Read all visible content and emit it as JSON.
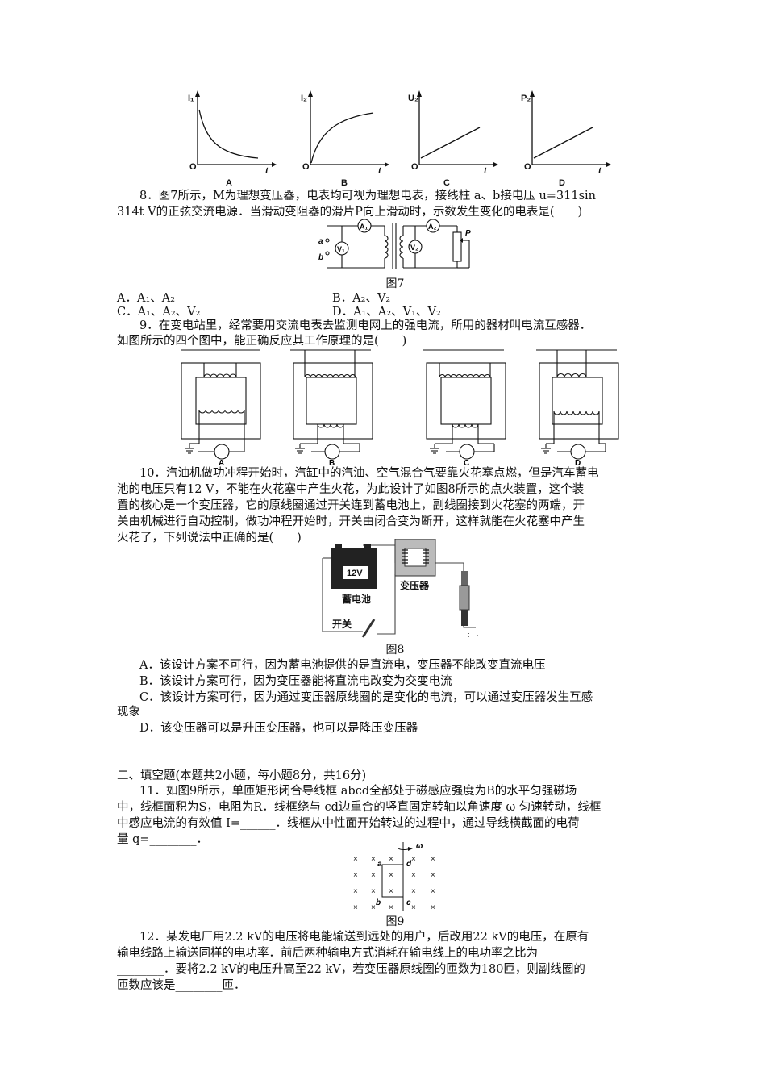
{
  "graphs": {
    "A": {
      "ylabel": "I₁",
      "origin": "O",
      "xlabel": "t",
      "letter": "A"
    },
    "B": {
      "ylabel": "I₂",
      "origin": "O",
      "xlabel": "t",
      "letter": "B"
    },
    "C": {
      "ylabel": "U₂",
      "origin": "O",
      "xlabel": "t",
      "letter": "C"
    },
    "D": {
      "ylabel": "P₂",
      "origin": "O",
      "xlabel": "t",
      "letter": "D"
    }
  },
  "q8": {
    "line1": "8．图7所示，M为理想变压器，电表均可视为理想电表，接线柱 a、b接电压 u=311sin",
    "line2": "314t V的正弦交流电源．当滑动变阻器的滑片P向上滑动时，示数发生变化的电表是(　　)",
    "fig_caption": "图7",
    "fig_labels": {
      "a": "a",
      "b": "b",
      "A1": "A₁",
      "A2": "A₂",
      "V1": "V₁",
      "V2": "V₂",
      "P": "P"
    },
    "optA": "A．A₁、A₂",
    "optB": "B．A₂、V₂",
    "optC": "C．A₁、A₂、V₂",
    "optD": "D．A₁、A₂、V₁、V₂"
  },
  "q9": {
    "line1": "9．在变电站里，经常要用交流电表去监测电网上的强电流，所用的器材叫电流互感器．",
    "line2": "如图所示的四个图中，能正确反应其工作原理的是(　　)",
    "letters": [
      "A",
      "B",
      "C",
      "D"
    ]
  },
  "q10": {
    "line1": "10．汽油机做功冲程开始时，汽缸中的汽油、空气混合气要靠火花塞点燃，但是汽车蓄电",
    "line2": "池的电压只有12 V，不能在火花塞中产生火花，为此设计了如图8所示的点火装置，这个装",
    "line3": "置的核心是一个变压器，它的原线圈通过开关连到蓄电池上，副线圈接到火花塞的两端，开",
    "line4": "关由机械进行自动控制，做功冲程开始时，开关由闭合变为断开，这样就能在火花塞中产生",
    "line5": "火花了，下列说法中正确的是(　　)",
    "fig_caption": "图8",
    "fig_labels": {
      "battery_voltage": "12V",
      "battery": "蓄电池",
      "transformer": "变压器",
      "switch": "开关"
    },
    "optA": "A．该设计方案不可行，因为蓄电池提供的是直流电，变压器不能改变直流电压",
    "optB": "B．该设计方案可行，因为变压器能将直流电改变为交变电流",
    "optC1": "C．该设计方案可行，因为通过变压器原线圈的是变化的电流，可以通过变压器发生互感",
    "optC2": "现象",
    "optD": "D．该变压器可以是升压变压器，也可以是降压变压器"
  },
  "section2": {
    "heading": "二、填空题(本题共2小题，每小题8分，共16分)"
  },
  "q11": {
    "line1": "11．如图9所示，单匝矩形闭合导线框 abcd全部处于磁感应强度为B的水平匀强磁场",
    "line2": "中，线框面积为S，电阻为R．线框绕与 cd边重合的竖直固定转轴以角速度 ω 匀速转动，线框",
    "line3": "中感应电流的有效值 I=______．线框从中性面开始转过的过程中，通过导线横截面的电荷",
    "line4": "量 q=________．",
    "fig_caption": "图9",
    "fig_labels": {
      "a": "a",
      "b": "b",
      "c": "c",
      "d": "d",
      "omega": "ω",
      "cross": "×"
    }
  },
  "q12": {
    "line1": "12．某发电厂用2.2 kV的电压将电能输送到远处的用户，后改用22 kV的电压，在原有",
    "line2": "输电线路上输送同样的电功率．前后两种输电方式消耗在输电线上的电功率之比为",
    "line3": "________．要将2.2 kV的电压升高至22 kV，若变压器原线圈的匝数为180匝，则副线圈的",
    "line4": "匝数应该是________匝．"
  }
}
